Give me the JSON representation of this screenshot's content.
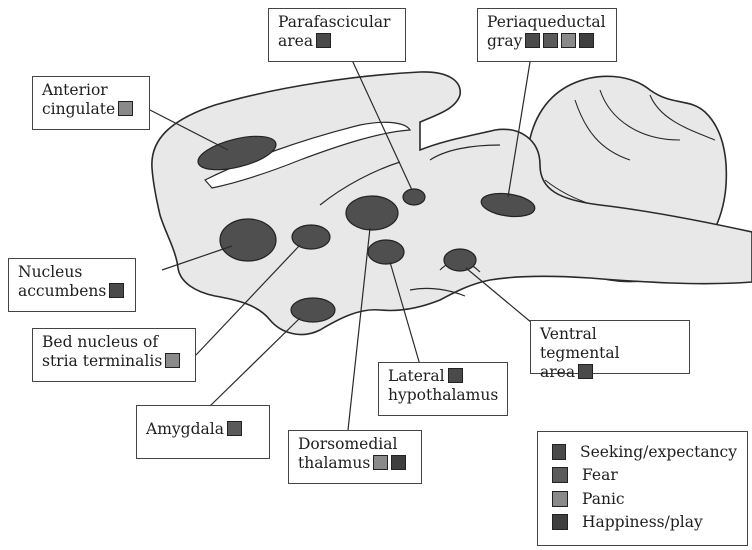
{
  "colors": {
    "brain_fill": "#e8e8e8",
    "outline": "#2a2a2a",
    "nucleus": "#4f4f4f",
    "seeking": "#4a4a4a",
    "fear": "#5a5a5a",
    "panic": "#8a8a8a",
    "happiness": "#3e3e3e"
  },
  "labels": {
    "parafascicular": {
      "line1": "Parafascicular",
      "line2": "area"
    },
    "periaqueductal": {
      "line1": "Periaqueductal",
      "line2": "gray"
    },
    "anterior_cingulate": {
      "line1": "Anterior",
      "line2": "cingulate"
    },
    "nucleus_accumbens": {
      "line1": "Nucleus",
      "line2": "accumbens"
    },
    "bed_nucleus": {
      "line1": "Bed nucleus of",
      "line2": "stria terminalis"
    },
    "amygdala": {
      "line1": "Amygdala"
    },
    "dorsomedial": {
      "line1": "Dorsomedial",
      "line2": "thalamus"
    },
    "lateral_hypothalamus": {
      "line1": "Lateral",
      "line2": "hypothalamus"
    },
    "ventral_tegmental": {
      "line1": "Ventral tegmental",
      "line2": "area"
    }
  },
  "legend": [
    {
      "label": "Seeking/expectancy",
      "color": "#4a4a4a"
    },
    {
      "label": "Fear",
      "color": "#5a5a5a"
    },
    {
      "label": "Panic",
      "color": "#8a8a8a"
    },
    {
      "label": "Happiness/play",
      "color": "#3e3e3e"
    }
  ]
}
